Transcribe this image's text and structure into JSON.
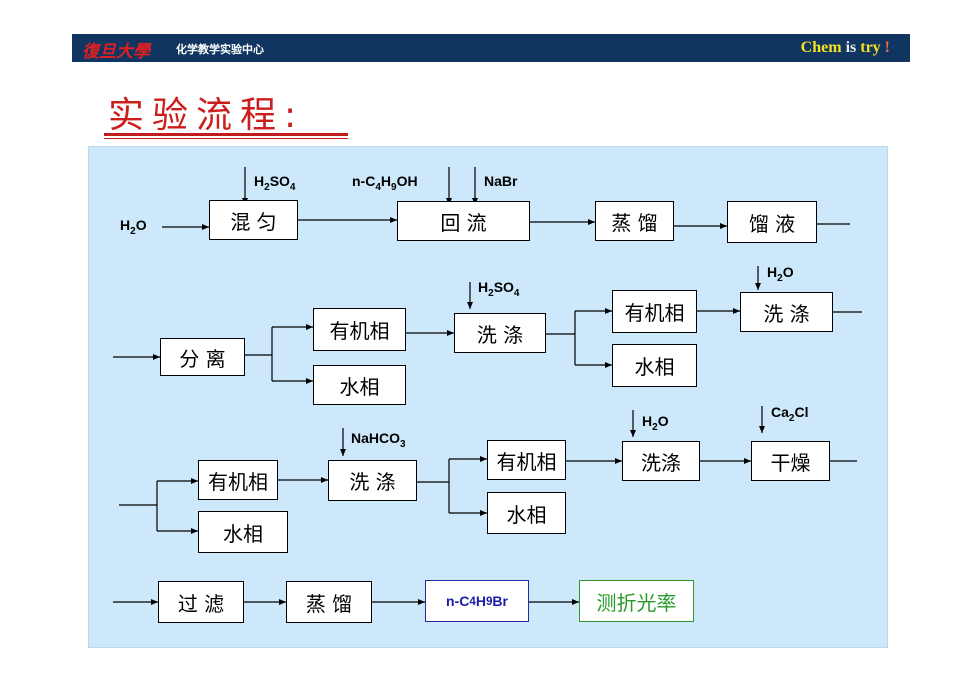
{
  "header": {
    "logo": "復旦大學",
    "center_name": "化学教学实验中心",
    "motto_part1": "Chem",
    "motto_part2": " is ",
    "motto_part3": "try",
    "motto_part4": " !"
  },
  "title": "实验流程:",
  "rows": {
    "row1": {
      "mix": "混 匀",
      "reflux": "回 流",
      "distill": "蒸 馏",
      "distillate": "馏 液"
    },
    "row2": {
      "separate": "分 离",
      "organic": "有机相",
      "wash": "洗 涤",
      "organic2": "有机相",
      "wash2": "洗 涤",
      "aqueous": "水相",
      "aqueous2": "水相"
    },
    "row3": {
      "organic": "有机相",
      "aqueous": "水相",
      "wash": "洗 涤",
      "organic2": "有机相",
      "aqueous2": "水相",
      "wash2": "洗涤",
      "dry": "干燥"
    },
    "row4": {
      "filter": "过 滤",
      "distill": "蒸 馏",
      "product_prefix": "n-C",
      "product_sub1": "4",
      "product_mid": "H",
      "product_sub2": "9",
      "product_suffix": "Br",
      "measure": "测折光率"
    }
  },
  "reagents": {
    "h2o_start": {
      "a": "H",
      "s": "2",
      "b": "O"
    },
    "h2so4_1": {
      "a": "H",
      "s1": "2",
      "b": "SO",
      "s2": "4"
    },
    "butanol": {
      "a": "n-C",
      "s1": "4",
      "b": "H",
      "s2": "9",
      "c": "OH"
    },
    "nabr": "NaBr",
    "h2so4_2": {
      "a": "H",
      "s1": "2",
      "b": "SO",
      "s2": "4"
    },
    "h2o_2": {
      "a": "H",
      "s": "2",
      "b": "O"
    },
    "nahco3": {
      "a": "NaHCO",
      "s": "3"
    },
    "h2o_3": {
      "a": "H",
      "s": "2",
      "b": "O"
    },
    "ca2cl": {
      "a": "Ca",
      "s": "2",
      "b": "Cl"
    }
  },
  "colors": {
    "header_bg": "#0f3560",
    "title": "#cc1d1d",
    "panel_bg": "#cde8fa",
    "product_blue": "#1d1da8",
    "measure_green": "#2a9a2a"
  }
}
